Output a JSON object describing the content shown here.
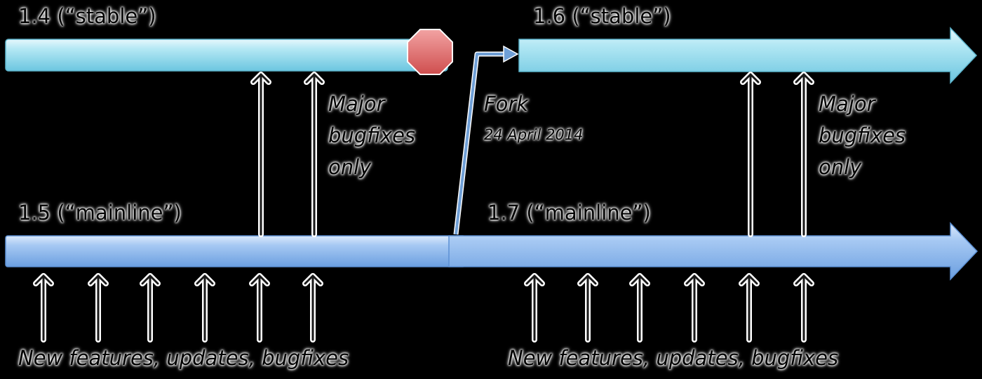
{
  "branches": {
    "stable_1_4": "1.4 (“stable”)",
    "stable_1_6": "1.6 (“stable”)",
    "mainline_1_5": "1.5 (“mainline”)",
    "mainline_1_7": "1.7 (“mainline”)"
  },
  "notes": {
    "major_1": [
      "Major",
      "bugfixes",
      "only"
    ],
    "major_2": [
      "Major",
      "bugfixes",
      "only"
    ],
    "fork": "Fork",
    "fork_date": "24 April 2014"
  },
  "captions": {
    "left": "New features, updates, bugfixes",
    "right": "New features, updates, bugfixes"
  },
  "colors": {
    "stable_bar": "#8ed8ea",
    "mainline_bar": "#8ab8ee",
    "stop_marker": "#e06d6d",
    "fork_line": "#6f9fd6",
    "arrow_outline": "#ffffff"
  },
  "icons": {
    "end_of_life_marker": "stop-octagon-icon",
    "merge_arrow": "up-arrow-icon"
  }
}
